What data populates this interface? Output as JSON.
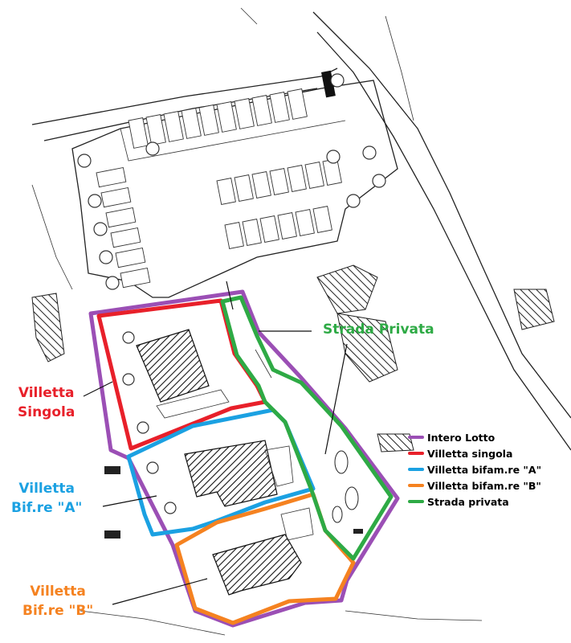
{
  "colors": {
    "intero_lotto": "#9b4fb5",
    "villetta_singola": "#e8202a",
    "villetta_bif_a": "#1ba1e2",
    "villetta_bif_b": "#f58220",
    "strada_privata": "#2eaa45"
  },
  "labels": {
    "strada_privata": "Strada Privata",
    "villetta_singola": {
      "line1": "Villetta",
      "line2": "Singola"
    },
    "villetta_bif_a": {
      "line1": "Villetta",
      "line2": "Bif.re \"A\""
    },
    "villetta_bif_b": {
      "line1": "Villetta",
      "line2": "Bif.re \"B\""
    }
  },
  "legend": [
    {
      "label": "Intero Lotto",
      "color_key": "intero_lotto"
    },
    {
      "label": "Villetta singola",
      "color_key": "villetta_singola"
    },
    {
      "label": "Villetta bifam.re \"A\"",
      "color_key": "villetta_bif_a"
    },
    {
      "label": "Villetta bifam.re \"B\"",
      "color_key": "villetta_bif_b"
    },
    {
      "label": "Strada privata",
      "color_key": "strada_privata"
    }
  ]
}
